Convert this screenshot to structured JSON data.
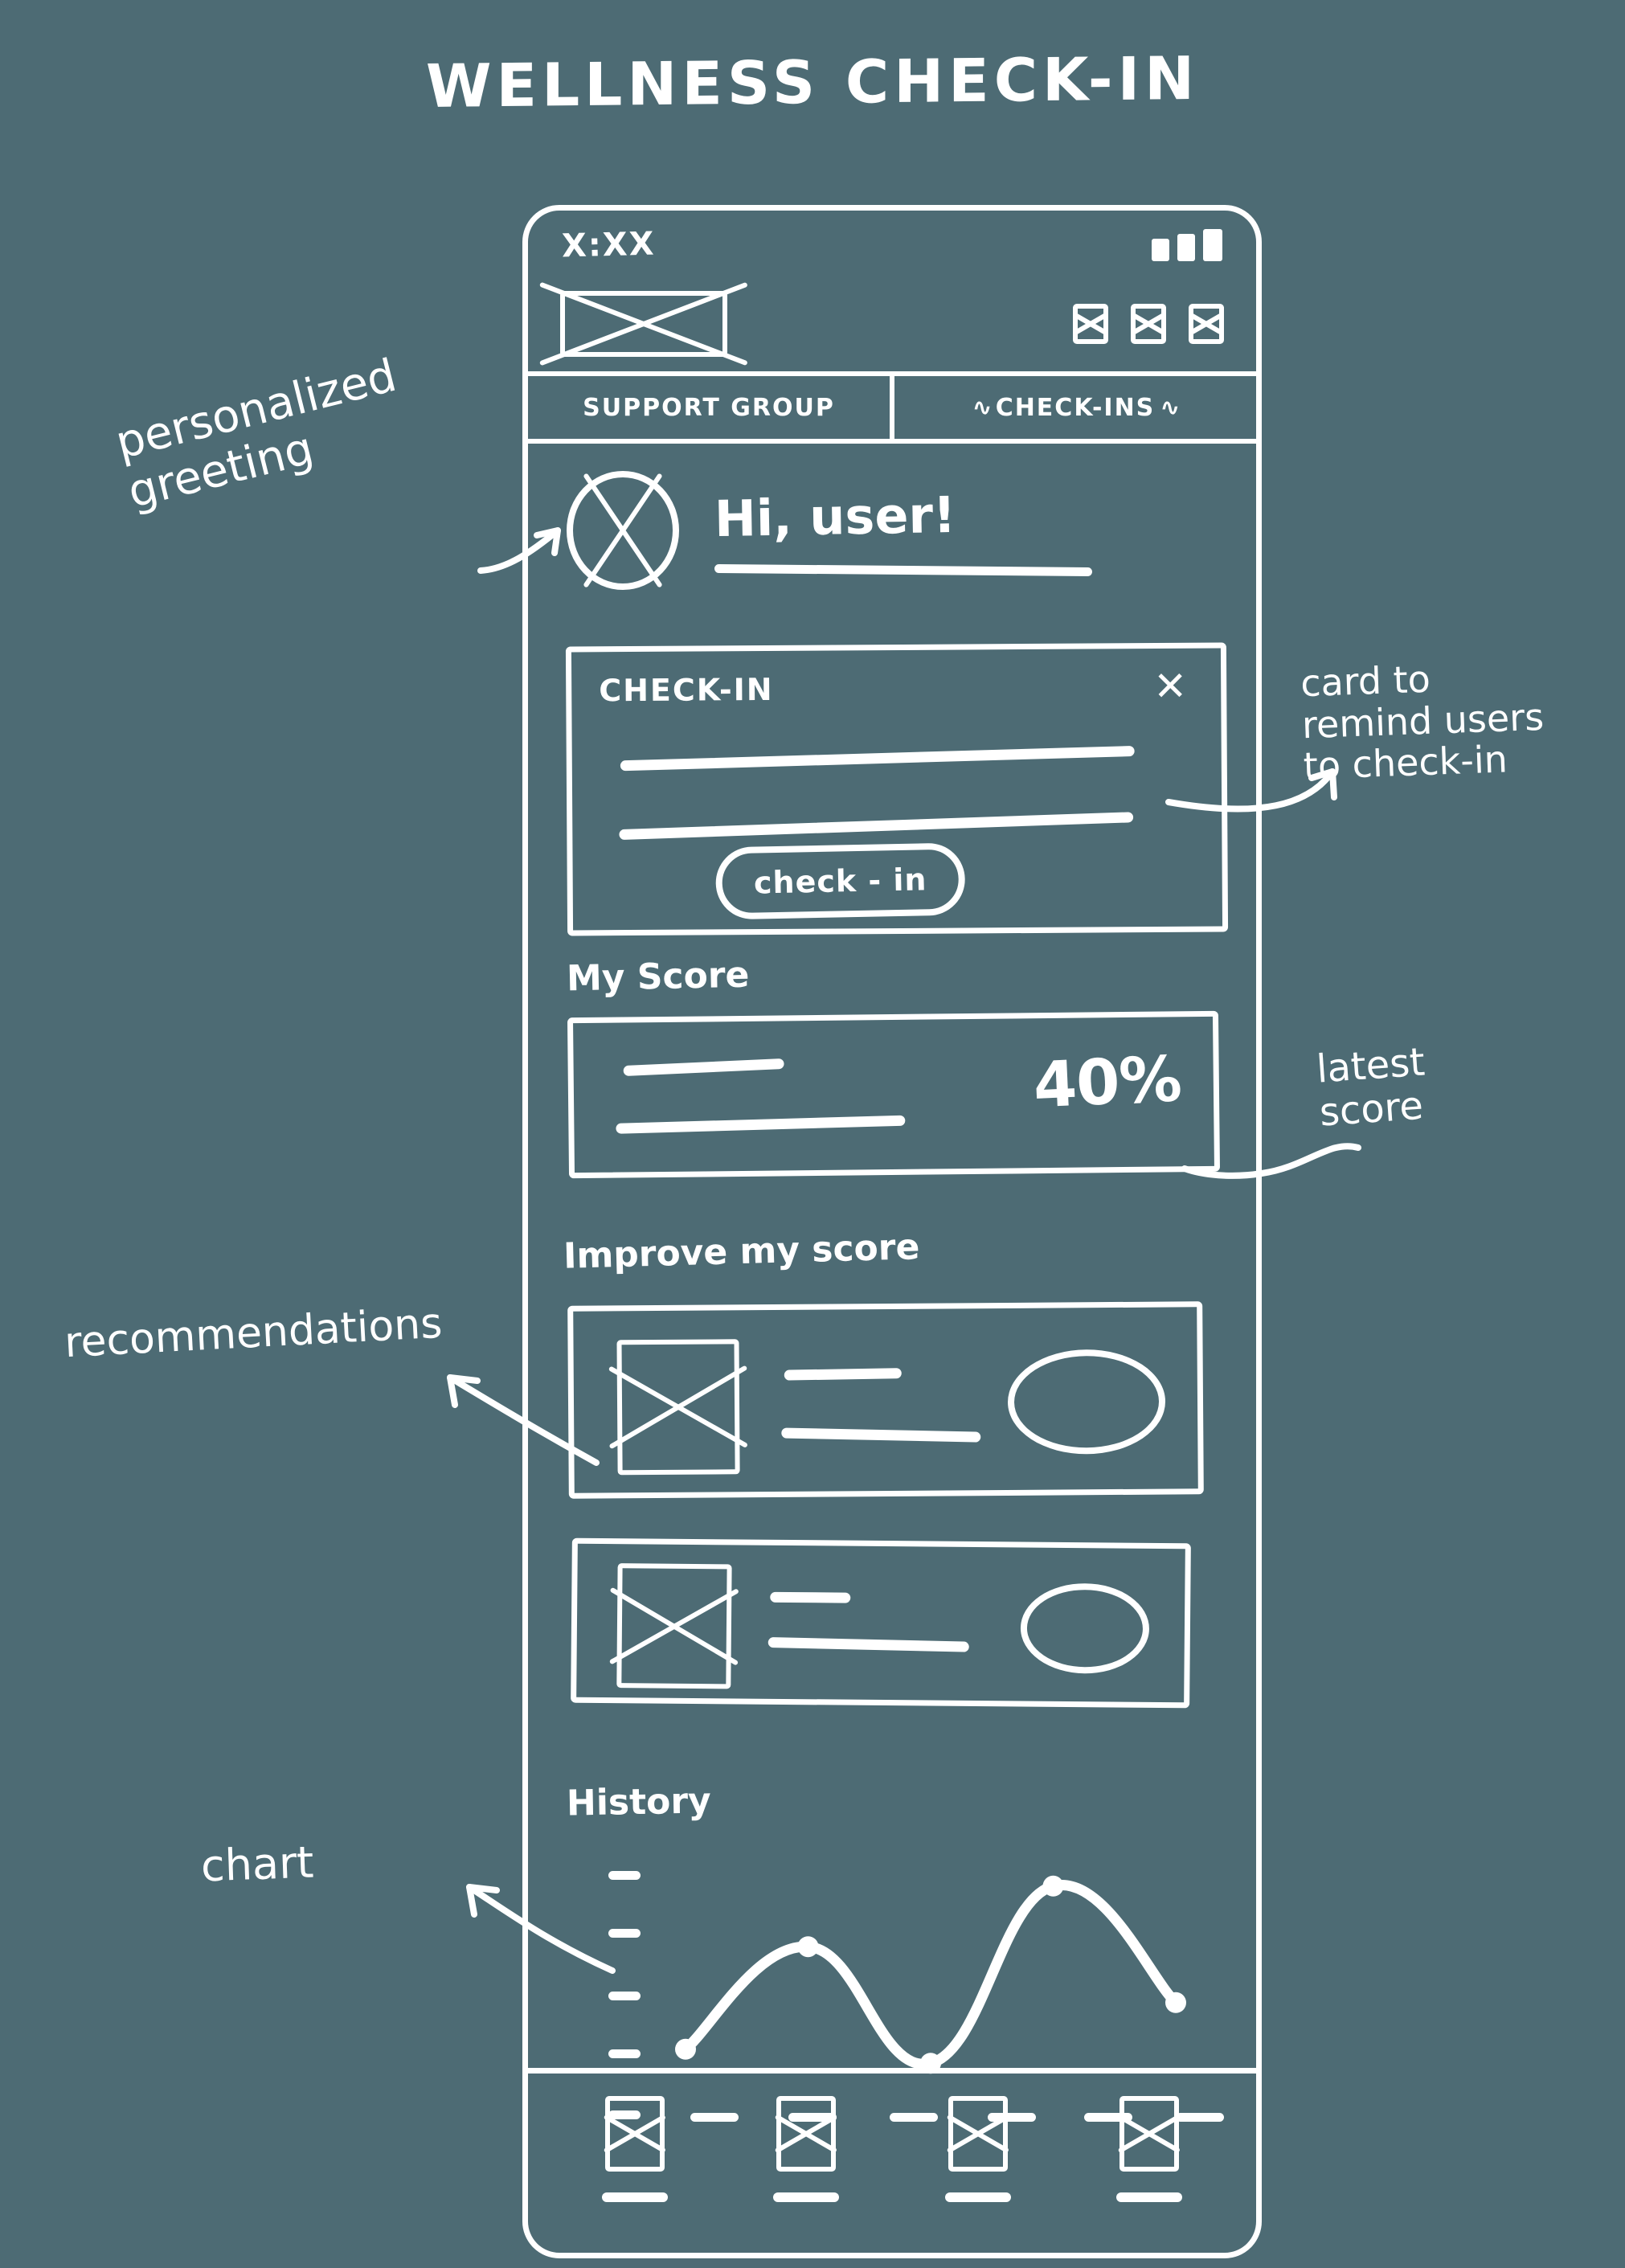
{
  "sketch": {
    "title": "WELLNESS CHECK-IN",
    "ink_color": "#ffffff",
    "background_color": "#4d6b74"
  },
  "phone": {
    "status_bar": {
      "time": "X:XX",
      "indicator_icons": [
        "signal-bars-icon",
        "wifi-icon",
        "battery-icon"
      ]
    },
    "header": {
      "logo": "app-logo-placeholder",
      "actions": [
        "header-action-1-icon",
        "header-action-2-icon",
        "header-action-3-icon"
      ]
    },
    "tabs": [
      {
        "label": "SUPPORT GROUP",
        "active": false,
        "squiggle": ""
      },
      {
        "label": "CHECK-INS",
        "active": true,
        "squiggle": "∿"
      }
    ],
    "greeting": {
      "avatar": "avatar-placeholder-icon",
      "text": "Hi, user!",
      "subline": "placeholder-line"
    },
    "checkin_card": {
      "title": "CHECK-IN",
      "close_label": "✕",
      "body_lines": [
        "placeholder-line-1",
        "placeholder-line-2"
      ],
      "button_label": "check - in"
    },
    "score_section": {
      "heading": "My Score",
      "value": "40%",
      "body_lines": [
        "placeholder-line-1",
        "placeholder-line-2"
      ]
    },
    "improve_section": {
      "heading": "Improve my score",
      "recommendations": [
        {
          "thumbnail": "image-placeholder-icon",
          "lines": [
            "placeholder-line-1",
            "placeholder-line-2"
          ],
          "action": "oval-button"
        },
        {
          "thumbnail": "image-placeholder-icon",
          "lines": [
            "placeholder-line-1",
            "placeholder-line-2"
          ],
          "action": "oval-button"
        }
      ]
    },
    "history_section": {
      "heading": "History"
    },
    "bottom_nav": [
      {
        "icon": "nav-item-1-icon",
        "label": "placeholder-label"
      },
      {
        "icon": "nav-item-2-icon",
        "label": "placeholder-label"
      },
      {
        "icon": "nav-item-3-icon",
        "label": "placeholder-label"
      },
      {
        "icon": "nav-item-4-icon",
        "label": "placeholder-label"
      }
    ]
  },
  "annotations": {
    "greeting": "personalized\ngreeting",
    "checkin_card": "card to\nremind users\nto check-in",
    "score": "latest\nscore",
    "recommendations": "recommendations",
    "chart": "chart"
  },
  "chart_data": {
    "type": "line",
    "title": "History",
    "xlabel": "",
    "ylabel": "",
    "grid": false,
    "legend": "none",
    "x": [
      1,
      2,
      3,
      4,
      5
    ],
    "values": [
      18,
      62,
      12,
      88,
      38
    ],
    "categories": [
      "",
      "",
      "",
      "",
      ""
    ],
    "ylim": [
      0,
      100
    ],
    "xlim": [
      0,
      6
    ],
    "y_tick_count": 5,
    "x_tick_count": 6,
    "markers": true,
    "smooth": true
  }
}
